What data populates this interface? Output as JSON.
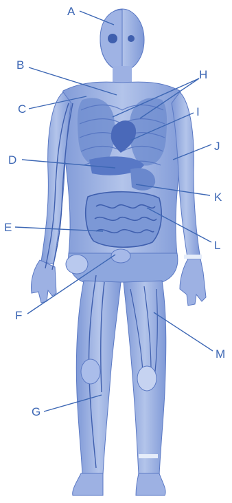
{
  "colors": {
    "body_fill": "#8aa3dc",
    "body_light": "#b7c7ec",
    "body_dark": "#4f6fbe",
    "line_color": "#3d67b4",
    "background": "#ffffff"
  },
  "labels": {
    "A": "A",
    "B": "B",
    "C": "C",
    "D": "D",
    "E": "E",
    "F": "F",
    "G": "G",
    "H": "H",
    "I": "I",
    "J": "J",
    "K": "K",
    "L": "L",
    "M": "M"
  }
}
